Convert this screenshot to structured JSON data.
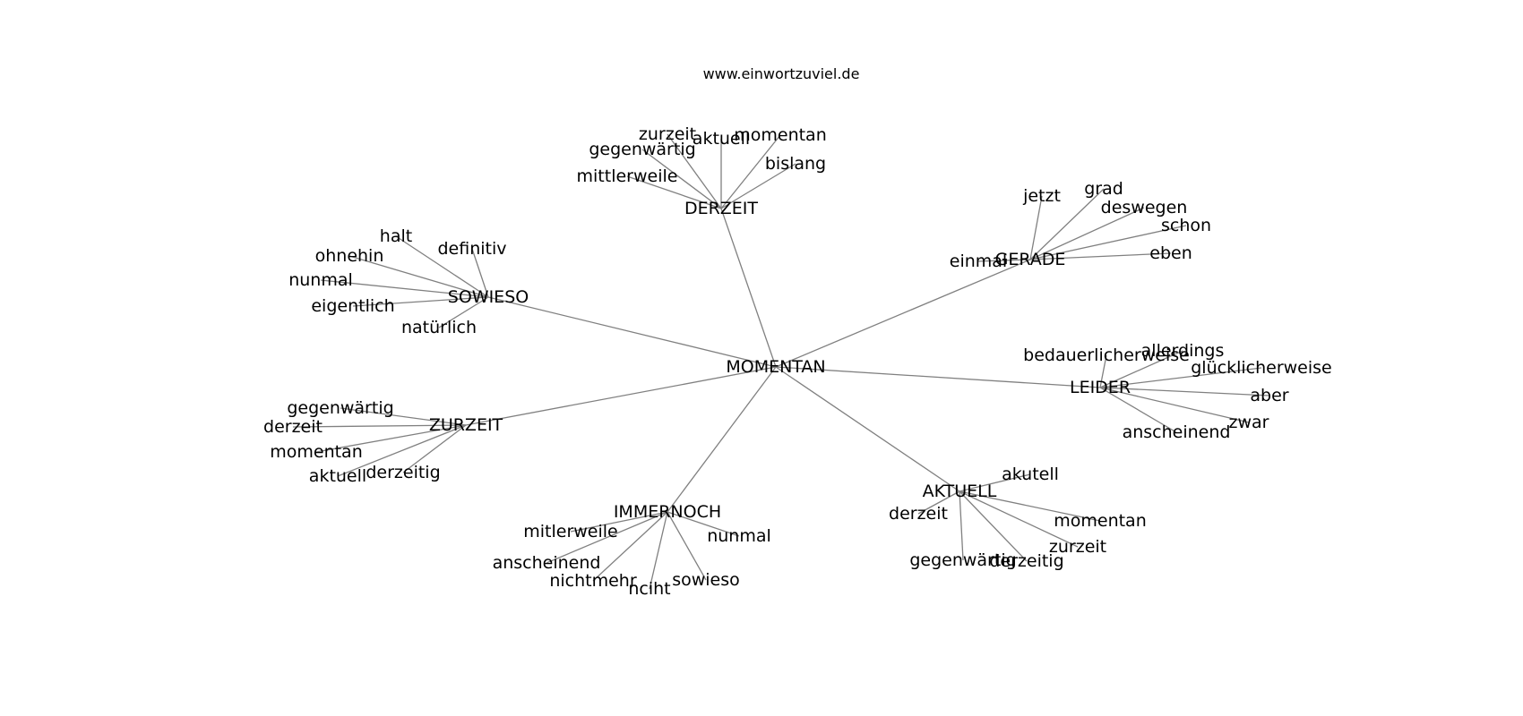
{
  "credit": "www.einwortzuviel.de",
  "center": {
    "label": "MOMENTAN"
  },
  "hubs": [
    {
      "label": "DERZEIT",
      "leaves": [
        "zurzeit",
        "aktuell",
        "momentan",
        "gegenwärtig",
        "bislang",
        "mittlerweile"
      ]
    },
    {
      "label": "GERADE",
      "leaves": [
        "jetzt",
        "grad",
        "deswegen",
        "schon",
        "einmal",
        "eben"
      ]
    },
    {
      "label": "SOWIESO",
      "leaves": [
        "halt",
        "definitiv",
        "ohnehin",
        "nunmal",
        "eigentlich",
        "natürlich"
      ]
    },
    {
      "label": "LEIDER",
      "leaves": [
        "bedauerlicherweise",
        "allerdings",
        "glücklicherweise",
        "aber",
        "anscheinend",
        "zwar"
      ]
    },
    {
      "label": "ZURZEIT",
      "leaves": [
        "gegenwärtig",
        "derzeit",
        "momentan",
        "aktuell",
        "derzeitig"
      ]
    },
    {
      "label": "AKTUELL",
      "leaves": [
        "akutell",
        "derzeit",
        "momentan",
        "zurzeit",
        "gegenwärtig",
        "derzeitig"
      ]
    },
    {
      "label": "IMMERNOCH",
      "leaves": [
        "mitlerweile",
        "nunmal",
        "anscheinend",
        "nichtmehr",
        "nciht",
        "sowieso"
      ]
    }
  ]
}
